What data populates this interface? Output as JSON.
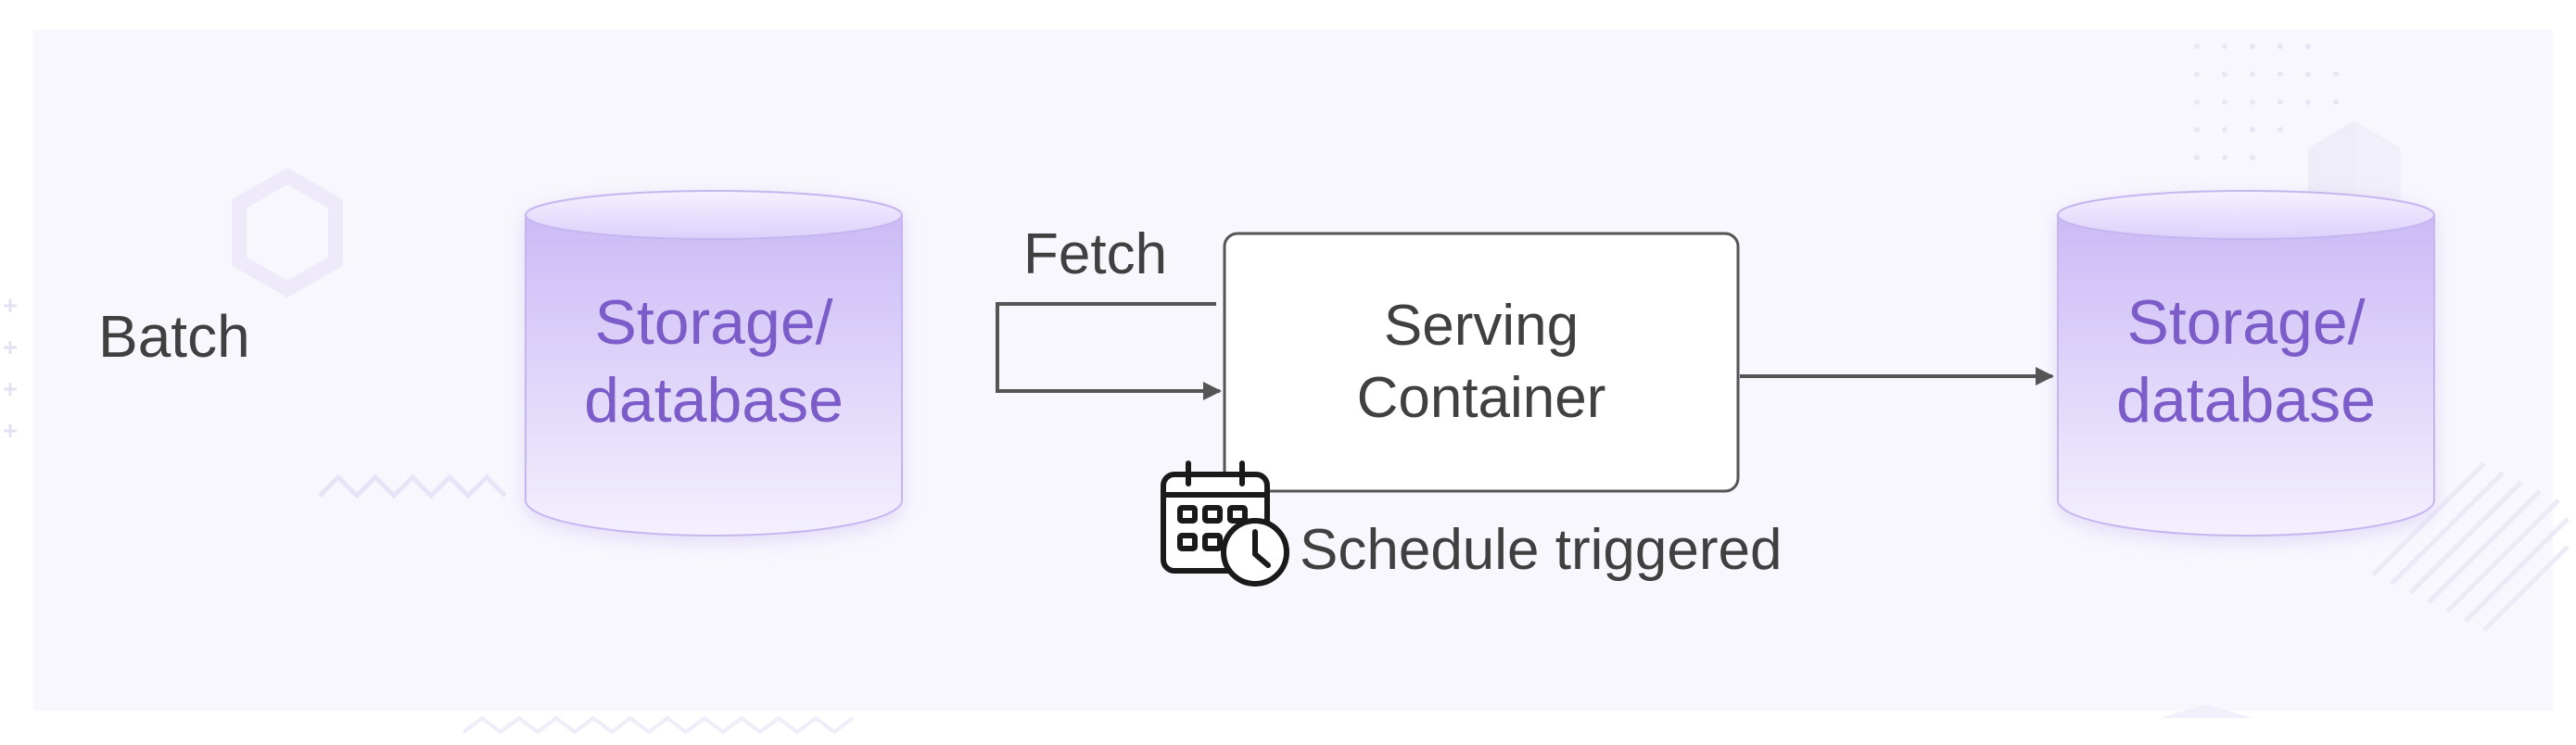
{
  "row_label": "Batch",
  "source_store": {
    "label": "Storage/\ndatabase"
  },
  "fetch_label": "Fetch",
  "serving_container": {
    "label": "Serving\nContainer"
  },
  "schedule": {
    "label": "Schedule triggered",
    "icon": "calendar-clock-icon"
  },
  "target_store": {
    "label": "Storage/\ndatabase"
  },
  "colors": {
    "panel_background": "#f8f7fd",
    "store_fill_top": "#ece5fc",
    "store_fill_bottom": "#c9b8f5",
    "store_text": "#7b5cc9",
    "text": "#404040",
    "arrow": "#555555"
  }
}
